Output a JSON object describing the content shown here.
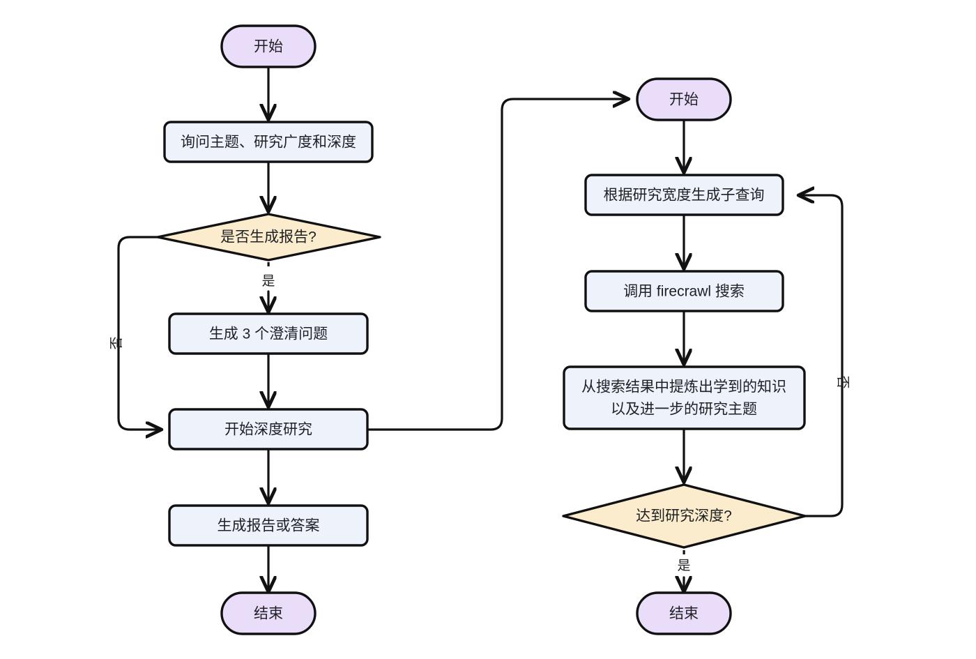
{
  "diagram": {
    "type": "flowchart",
    "title": "",
    "colors": {
      "terminal_fill": "#e9ddfa",
      "process_fill": "#edf2fb",
      "decision_fill": "#fbeccd",
      "stroke": "#111111",
      "text": "#1f2023",
      "background": "#ffffff"
    },
    "flows": [
      {
        "id": "main-flow",
        "name": "main-research-flow",
        "nodes": [
          {
            "id": "n1",
            "name": "start-node",
            "shape": "terminal",
            "label": "开始"
          },
          {
            "id": "n2",
            "name": "ask-topic-node",
            "shape": "process",
            "label": "询问主题、研究广度和深度"
          },
          {
            "id": "n3",
            "name": "generate-report-decision",
            "shape": "decision",
            "label": "是否生成报告?"
          },
          {
            "id": "n4",
            "name": "generate-questions-node",
            "shape": "process",
            "label": "生成 3 个澄清问题"
          },
          {
            "id": "n5",
            "name": "start-deep-research-node",
            "shape": "process",
            "label": "开始深度研究"
          },
          {
            "id": "n6",
            "name": "generate-report-node",
            "shape": "process",
            "label": "生成报告或答案"
          },
          {
            "id": "n7",
            "name": "end-node",
            "shape": "terminal",
            "label": "结束"
          }
        ],
        "edges": [
          {
            "from": "n1",
            "to": "n2",
            "label": ""
          },
          {
            "from": "n2",
            "to": "n3",
            "label": ""
          },
          {
            "from": "n3",
            "to": "n4",
            "label": "是"
          },
          {
            "from": "n3",
            "to": "n5",
            "label": "否"
          },
          {
            "from": "n4",
            "to": "n5",
            "label": ""
          },
          {
            "from": "n5",
            "to": "n6",
            "label": ""
          },
          {
            "from": "n6",
            "to": "n7",
            "label": ""
          },
          {
            "from": "n5",
            "to": "m1",
            "label": ""
          }
        ]
      },
      {
        "id": "sub-flow",
        "name": "deep-research-subflow",
        "nodes": [
          {
            "id": "m1",
            "name": "subflow-start-node",
            "shape": "terminal",
            "label": "开始"
          },
          {
            "id": "m2",
            "name": "generate-subqueries-node",
            "shape": "process",
            "label": "根据研究宽度生成子查询"
          },
          {
            "id": "m3",
            "name": "firecrawl-search-node",
            "shape": "process",
            "label": "调用 firecrawl 搜索"
          },
          {
            "id": "m4",
            "name": "extract-learnings-node",
            "shape": "process",
            "label_lines": [
              "从搜索结果中提炼出学到的知识",
              "以及进一步的研究主题"
            ]
          },
          {
            "id": "m5",
            "name": "research-depth-decision",
            "shape": "decision",
            "label": "达到研究深度?"
          },
          {
            "id": "m6",
            "name": "subflow-end-node",
            "shape": "terminal",
            "label": "结束"
          }
        ],
        "edges": [
          {
            "from": "m1",
            "to": "m2",
            "label": ""
          },
          {
            "from": "m2",
            "to": "m3",
            "label": ""
          },
          {
            "from": "m3",
            "to": "m4",
            "label": ""
          },
          {
            "from": "m4",
            "to": "m5",
            "label": ""
          },
          {
            "from": "m5",
            "to": "m6",
            "label": "是"
          },
          {
            "from": "m5",
            "to": "m2",
            "label": "否"
          }
        ]
      }
    ],
    "labels": {
      "left_no": "否",
      "left_yes": "是",
      "right_no": "否",
      "right_yes": "是"
    }
  }
}
